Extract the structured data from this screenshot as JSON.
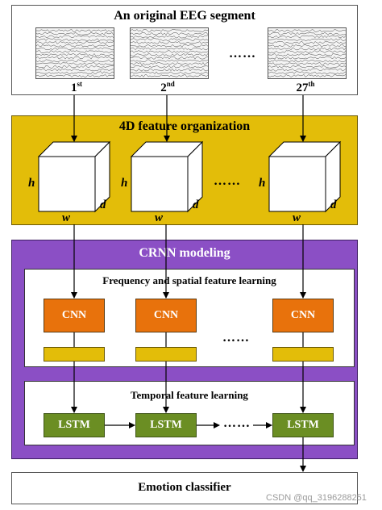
{
  "segment": {
    "title": "An original EEG segment",
    "ordinals": [
      {
        "num": "1",
        "suffix": "st"
      },
      {
        "num": "2",
        "suffix": "nd"
      },
      {
        "num": "27",
        "suffix": "th"
      }
    ],
    "ellipsis": "……"
  },
  "feature_org": {
    "title": "4D feature organization",
    "dim_h": "h",
    "dim_w": "w",
    "dim_d": "d",
    "ellipsis": "……"
  },
  "crnn": {
    "title": "CRNN modeling",
    "freq": {
      "title": "Frequency and spatial feature learning",
      "cnn_label": "CNN",
      "ellipsis": "……"
    },
    "temporal": {
      "title": "Temporal feature learning",
      "lstm_label": "LSTM",
      "ellipsis": "……"
    }
  },
  "classifier": {
    "title": "Emotion classifier"
  },
  "watermark": "CSDN @qq_3196288251",
  "colors": {
    "feature_bg": "#e3bd09",
    "crnn_bg": "#8b4fc5",
    "cnn": "#e8720c",
    "lstm": "#6b8e23"
  }
}
